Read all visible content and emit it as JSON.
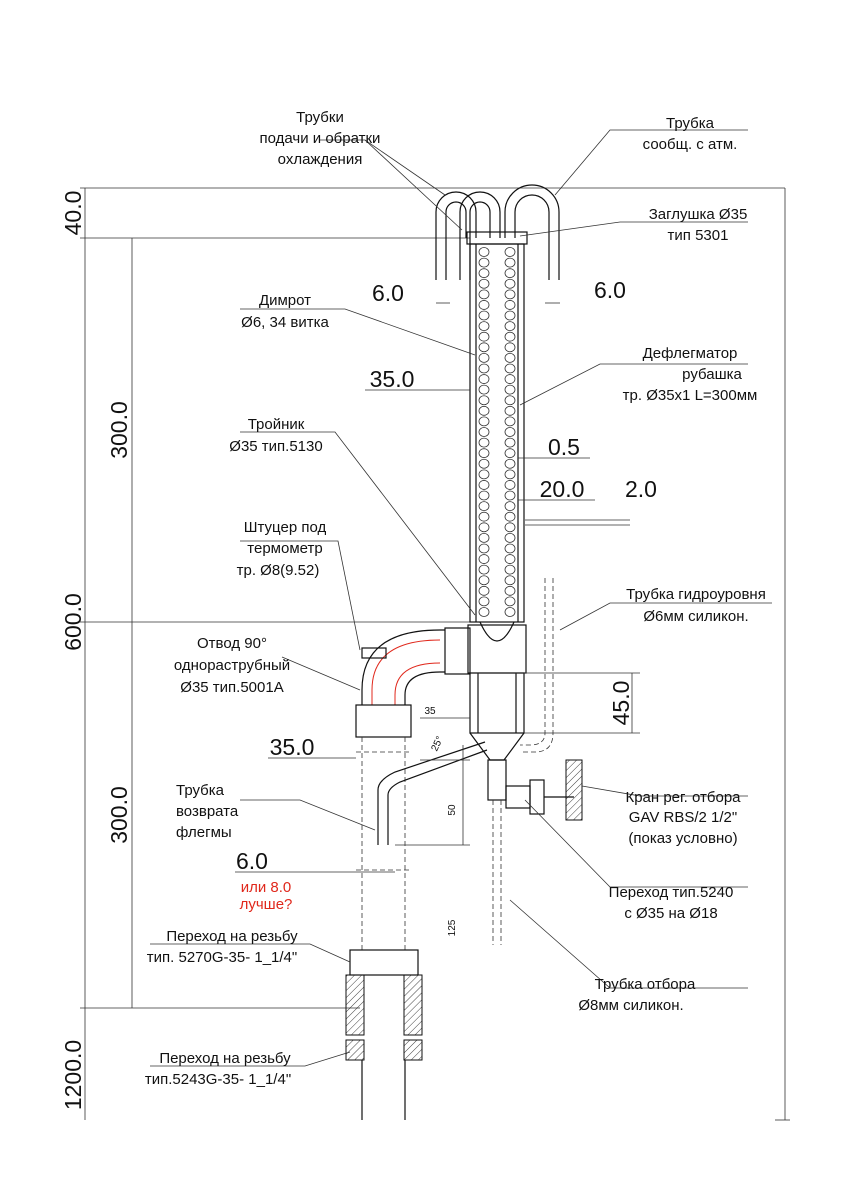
{
  "labels": {
    "cooling_tubes": [
      "Трубки",
      "подачи и обратки",
      "охлаждения"
    ],
    "atm_tube": [
      "Трубка",
      "сообщ. с атм."
    ],
    "plug": [
      "Заглушка Ø35",
      "тип 5301"
    ],
    "coil": [
      "Димрот",
      "Ø6, 34 витка"
    ],
    "dephlegmator": [
      "Дефлегматор",
      "рубашка",
      "тр. Ø35х1 L=300мм"
    ],
    "tee": [
      "Тройник",
      "Ø35 тип.5130"
    ],
    "thermo_fitting": [
      "Штуцер под",
      "термометр",
      "тр. Ø8(9.52)"
    ],
    "level_tube": [
      "Трубка гидроуровня",
      "Ø6мм силикон."
    ],
    "elbow": [
      "Отвод 90°",
      "однораструбный",
      "Ø35 тип.5001А"
    ],
    "valve": [
      "Кран рег. отбора",
      "GAV RBS/2   1/2\"",
      "(показ условно)"
    ],
    "reflux_tube": [
      "Трубка",
      "возврата",
      "флегмы"
    ],
    "alt_size": [
      "или 8.0",
      "лучше?"
    ],
    "adapter_5240": [
      "Переход тип.5240",
      "с Ø35 на Ø18"
    ],
    "draw_tube": [
      "Трубка отбора",
      "Ø8мм силикон."
    ],
    "thread_adapter_1": [
      "Переход на резьбу",
      "тип. 5270G-35- 1_1/4\""
    ],
    "thread_adapter_2": [
      "Переход на резьбу",
      "тип.5243G-35- 1_1/4\""
    ]
  },
  "dimensions": {
    "d40": "40.0",
    "d300_top": "300.0",
    "d600": "600.0",
    "d300_bottom": "300.0",
    "d1200": "1200.0",
    "d6_left": "6.0",
    "d6_right": "6.0",
    "d35_coil": "35.0",
    "d05": "0.5",
    "d20": "20.0",
    "d2": "2.0",
    "d45": "45.0",
    "d35_pipe": "35.0",
    "d6_reflux": "6.0",
    "d35_small": "35",
    "d25_angle": "25°",
    "d50": "50",
    "d125": "125"
  },
  "colors": {
    "line": "#111111",
    "accent_red": "#e0281c"
  }
}
